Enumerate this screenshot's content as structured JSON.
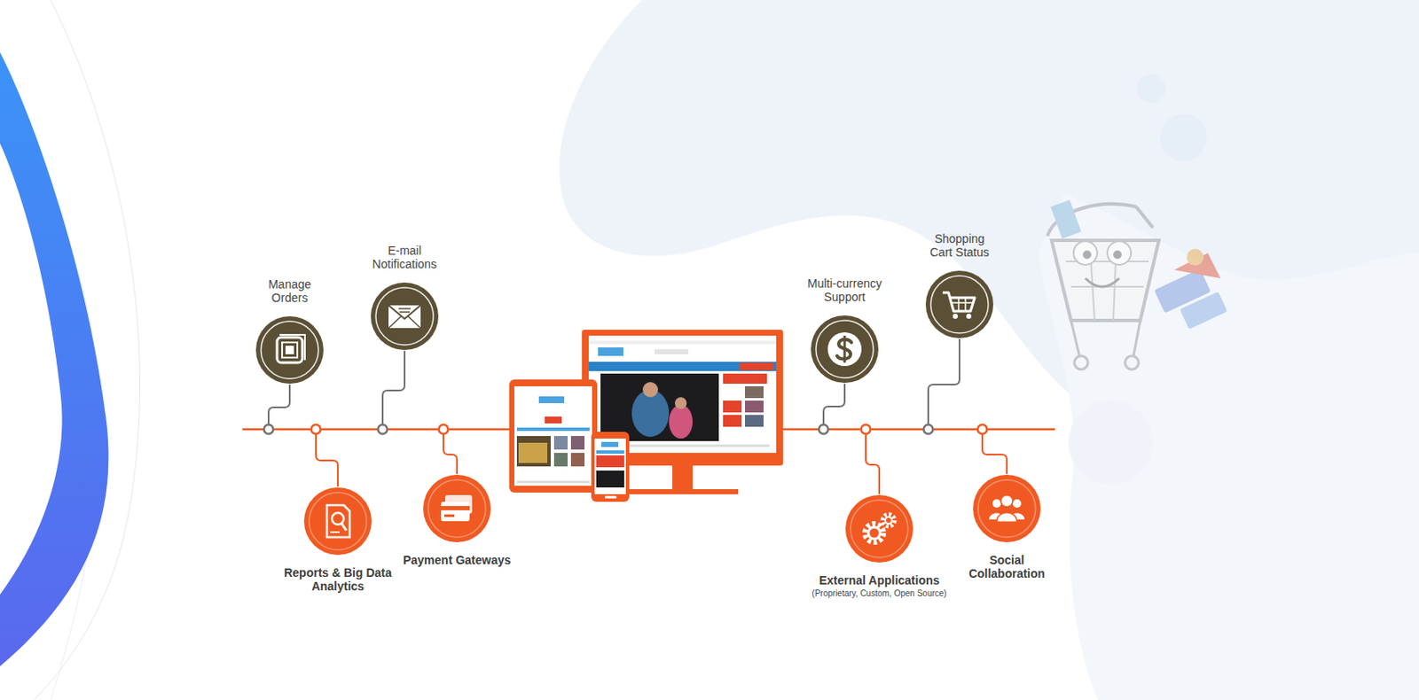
{
  "diagram": {
    "nodes": [
      {
        "text": [
          "Manage Orders"
        ]
      },
      {
        "text": [
          "Reports & Big Data Analytics"
        ]
      },
      {
        "text": [
          "E-mail Notifications"
        ]
      },
      {
        "text": [
          "Payment Gateways"
        ]
      },
      {
        "text": [
          "Multi-currency Support"
        ]
      },
      {
        "text": [
          "External Applications",
          "(Proprietary, Custom, Open Source)"
        ]
      },
      {
        "text": [
          "Shopping Cart Status"
        ]
      },
      {
        "text": [
          "Social Collaboration"
        ]
      }
    ]
  }
}
